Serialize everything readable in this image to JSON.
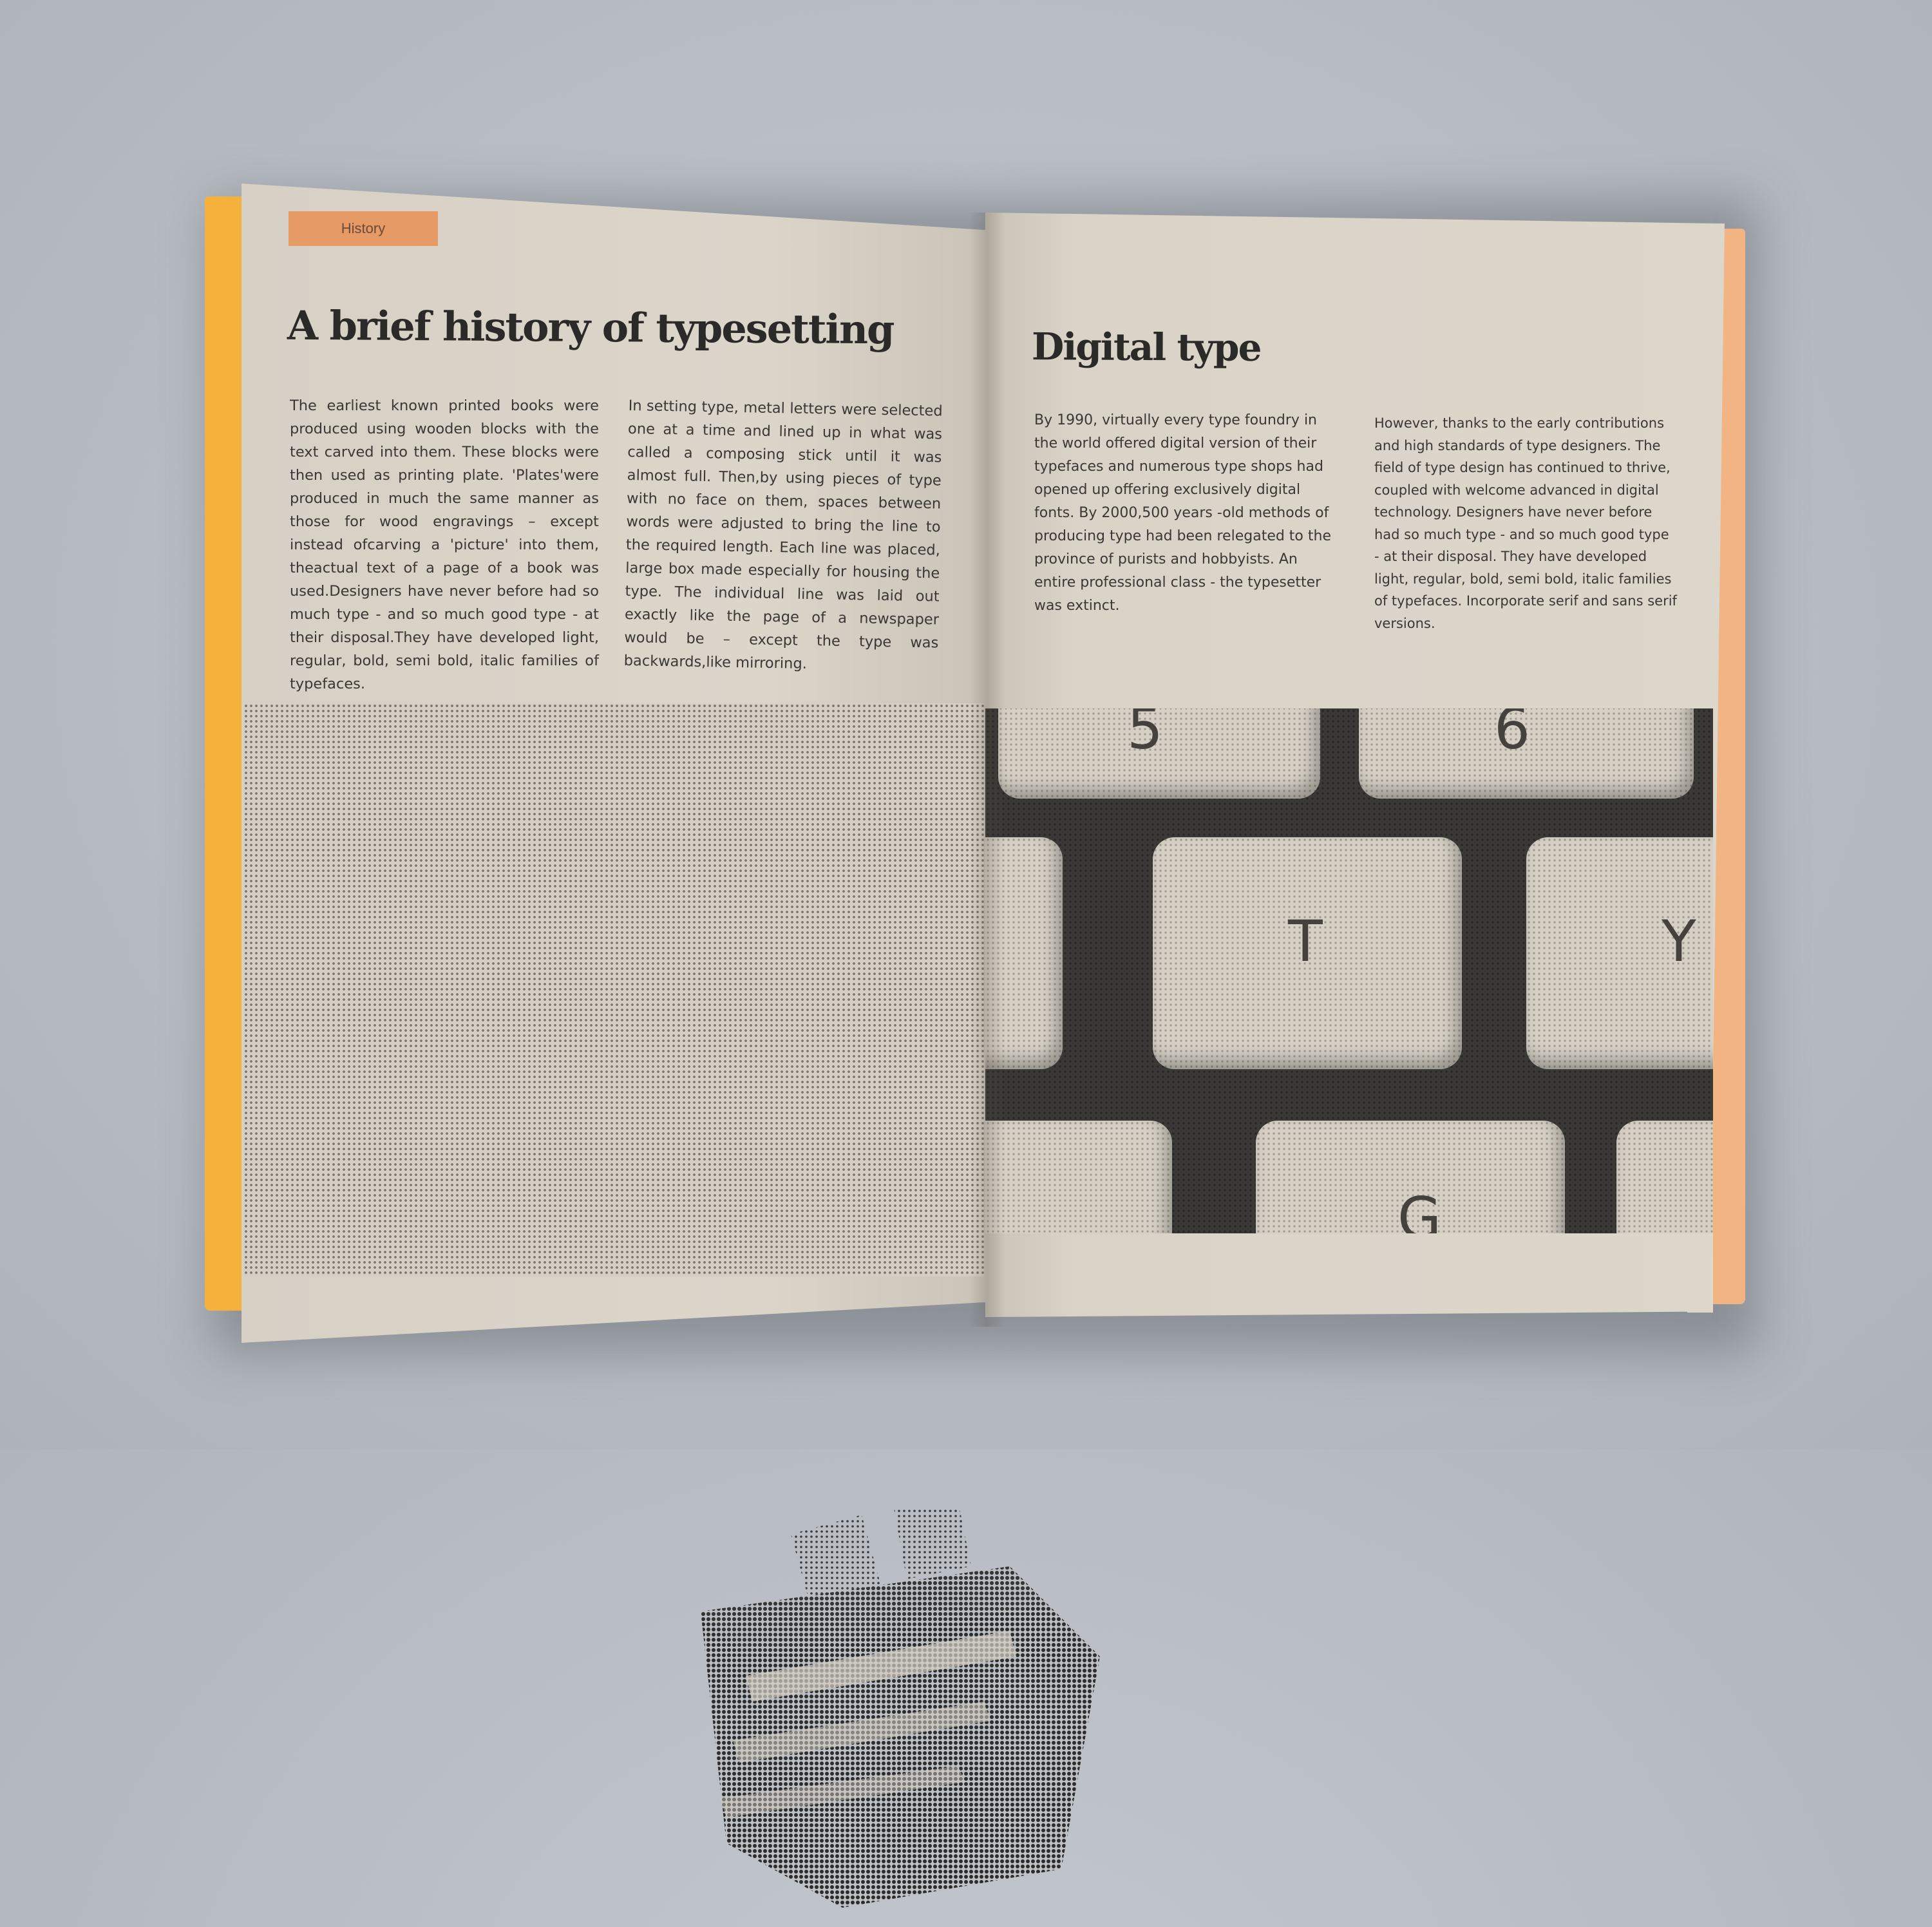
{
  "left_page": {
    "tag": "History",
    "heading": "A brief history of typesetting",
    "column1": "The earliest known printed books were produced using wooden blocks with the text carved into them. These blocks were then used as printing plate. 'Plates'were produced in much the same manner as those for wood engravings – except instead ofcarving a 'picture' into them, theactual text of a page of a book was used.Designers have never before had so much type - and so much good type - at their disposal.They have developed light, regular, bold, semi bold, italic families of typefaces.",
    "column2": "In setting type, metal letters were selected one at a time and lined up in what was called a composing stick until it was almost full. Then,by using pieces of type with no face on them, spaces between words were adjusted to bring the line to the required length. Each line was placed, large box made especially for housing the type. The individual line was laid out exactly like the page of a newspaper would be – except the type was backwards,like mirroring."
  },
  "right_page": {
    "heading": "Digital type",
    "column1": "By 1990, virtually every type foundry in the world offered digital version of their typefaces and numerous type shops had opened up offering exclusively digital fonts. By 2000,500 years -old methods of producing type had been relegated to the province of purists and hobbyists. An entire professional class - the typesetter was extinct.",
    "column2": "However, thanks to the early contributions and high standards of type designers. The field of type design has continued to thrive, coupled with welcome advanced in digital technology. Designers have never before had so much type - and so much good type - at their disposal. They have developed light, regular, bold, semi bold, italic families of typefaces. Incorporate serif and sans serif versions."
  },
  "keyboard_keys": [
    "5",
    "6",
    "T",
    "Y",
    "G"
  ],
  "colors": {
    "background": "#b8bdc4",
    "paper": "#d9d3c8",
    "cover_left": "#f4b13c",
    "cover_right": "#f1b482",
    "tag": "#e69a66",
    "ink": "#2b2a28"
  }
}
